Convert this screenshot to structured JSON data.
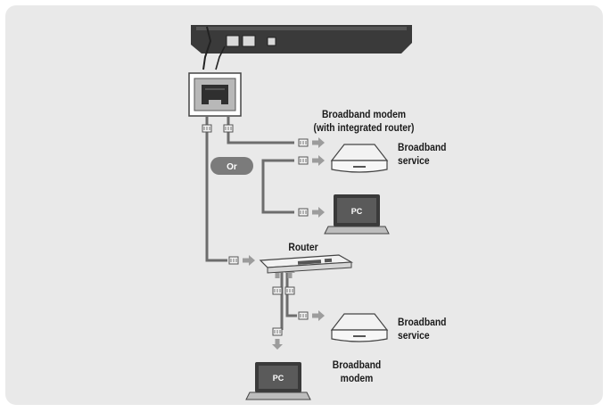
{
  "labels": {
    "modem_router": "Broadband modem",
    "modem_router_sub": "(with integrated router)",
    "service_1": "Broadband",
    "service_1_sub": "service",
    "router": "Router",
    "service_2": "Broadband",
    "service_2_sub": "service",
    "modem": "Broadband",
    "modem_sub": "modem",
    "or": "Or",
    "pc_1": "PC",
    "pc_2": "PC"
  },
  "colors": {
    "panel": "#e9e9e9",
    "cable": "#6d6d6d",
    "arrow": "#9c9c9c",
    "or_badge": "#7b7b7b",
    "device_dark": "#3a3a3a"
  }
}
